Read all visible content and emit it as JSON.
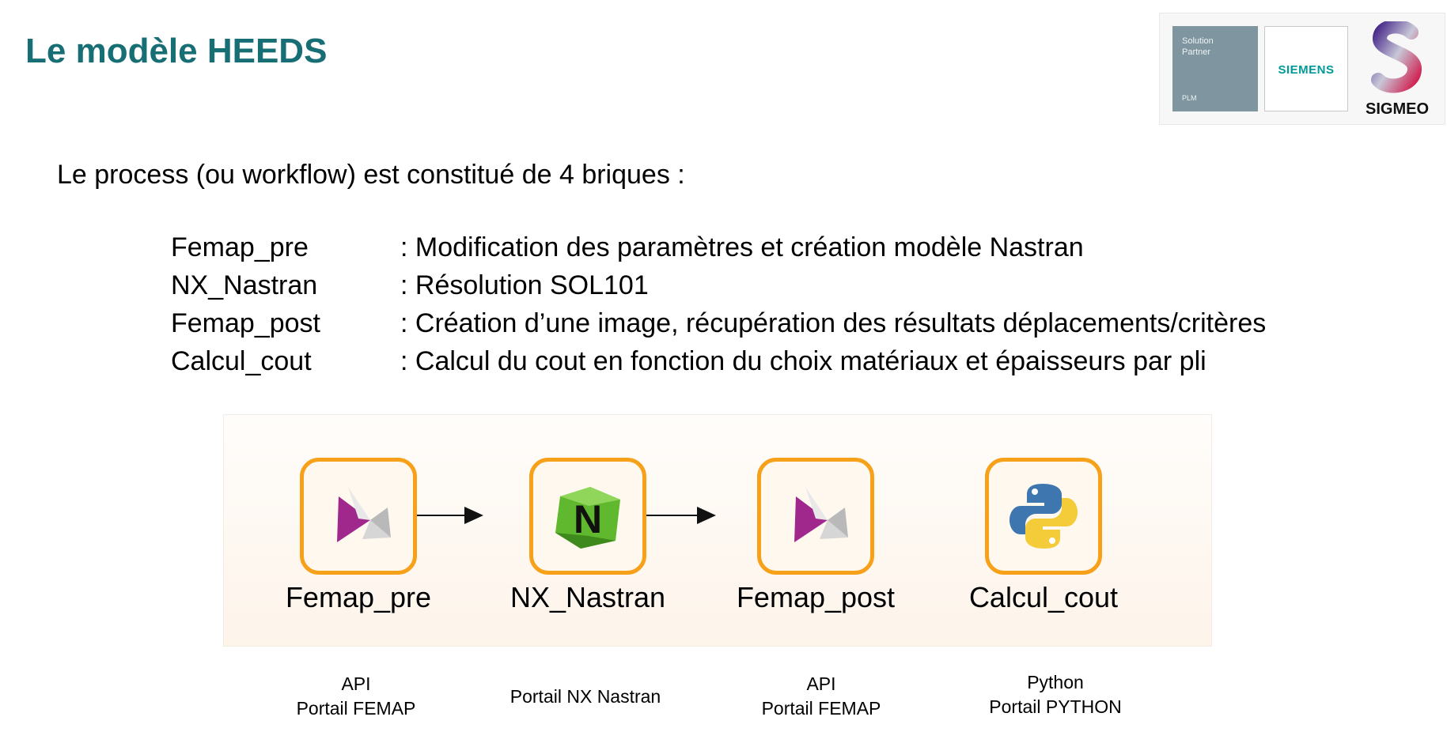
{
  "title": "Le modèle HEEDS",
  "logos": {
    "solution_partner_line1": "Solution",
    "solution_partner_line2": "Partner",
    "solution_partner_plm": "PLM",
    "siemens": "SIEMENS",
    "sigmeo": "SIGMEO"
  },
  "intro": "Le process (ou workflow) est constitué de 4 briques :",
  "bricks": [
    {
      "name": "Femap_pre",
      "desc": ": Modification des paramètres et création modèle Nastran"
    },
    {
      "name": "NX_Nastran",
      "desc": ": Résolution SOL101"
    },
    {
      "name": "Femap_post",
      "desc": ": Création d’une image, récupération des résultats déplacements/critères"
    },
    {
      "name": "Calcul_cout",
      "desc": ": Calcul du cout en fonction du choix matériaux et épaisseurs par pli"
    }
  ],
  "workflow": {
    "nodes": [
      {
        "label": "Femap_pre",
        "icon": "femap-icon"
      },
      {
        "label": "NX_Nastran",
        "icon": "nx-nastran-icon"
      },
      {
        "label": "Femap_post",
        "icon": "femap-icon"
      },
      {
        "label": "Calcul_cout",
        "icon": "python-icon"
      }
    ]
  },
  "portals": [
    {
      "line1": "API",
      "line2": "Portail FEMAP"
    },
    {
      "line1": "Portail NX Nastran",
      "line2": ""
    },
    {
      "line1": "API",
      "line2": "Portail FEMAP"
    },
    {
      "line1": "Python",
      "line2": "Portail PYTHON"
    }
  ],
  "colors": {
    "title": "#176e74",
    "node_border": "#f7a11a",
    "siemens": "#009999",
    "femap_purple": "#a0288c",
    "nastran_green": "#5fb82e"
  }
}
